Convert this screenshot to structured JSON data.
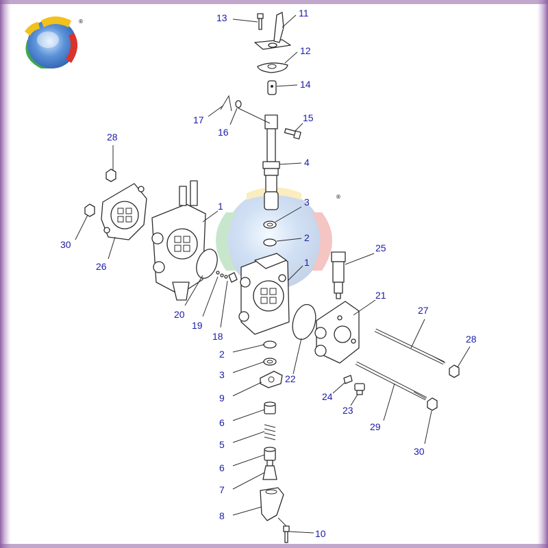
{
  "colors": {
    "frame": "#8e5fa3",
    "callout_text": "#1a1aa8",
    "line": "#2a2a2a",
    "logo_blue": "#2f5fb0",
    "logo_green": "#3ea84a",
    "logo_yellow": "#f2c11c",
    "logo_red": "#d9342b"
  },
  "logo": {
    "icon": "globe-logo-icon",
    "registered_mark": "®"
  },
  "watermark": {
    "icon": "globe-watermark-icon",
    "registered_mark": "®"
  },
  "callouts": [
    {
      "id": "13",
      "label": "13"
    },
    {
      "id": "11",
      "label": "11"
    },
    {
      "id": "12",
      "label": "12"
    },
    {
      "id": "14",
      "label": "14"
    },
    {
      "id": "17",
      "label": "17"
    },
    {
      "id": "16",
      "label": "16"
    },
    {
      "id": "15",
      "label": "15"
    },
    {
      "id": "28a",
      "label": "28"
    },
    {
      "id": "4",
      "label": "4"
    },
    {
      "id": "3a",
      "label": "3"
    },
    {
      "id": "1a",
      "label": "1"
    },
    {
      "id": "30a",
      "label": "30"
    },
    {
      "id": "2a",
      "label": "2"
    },
    {
      "id": "25",
      "label": "25"
    },
    {
      "id": "26",
      "label": "26"
    },
    {
      "id": "1b",
      "label": "1"
    },
    {
      "id": "21",
      "label": "21"
    },
    {
      "id": "27",
      "label": "27"
    },
    {
      "id": "20",
      "label": "20"
    },
    {
      "id": "19",
      "label": "19"
    },
    {
      "id": "18",
      "label": "18"
    },
    {
      "id": "28b",
      "label": "28"
    },
    {
      "id": "2b",
      "label": "2"
    },
    {
      "id": "3b",
      "label": "3"
    },
    {
      "id": "22",
      "label": "22"
    },
    {
      "id": "9",
      "label": "9"
    },
    {
      "id": "24",
      "label": "24"
    },
    {
      "id": "23",
      "label": "23"
    },
    {
      "id": "6a",
      "label": "6"
    },
    {
      "id": "29",
      "label": "29"
    },
    {
      "id": "30b",
      "label": "30"
    },
    {
      "id": "5",
      "label": "5"
    },
    {
      "id": "6b",
      "label": "6"
    },
    {
      "id": "7",
      "label": "7"
    },
    {
      "id": "8",
      "label": "8"
    },
    {
      "id": "10",
      "label": "10"
    }
  ]
}
